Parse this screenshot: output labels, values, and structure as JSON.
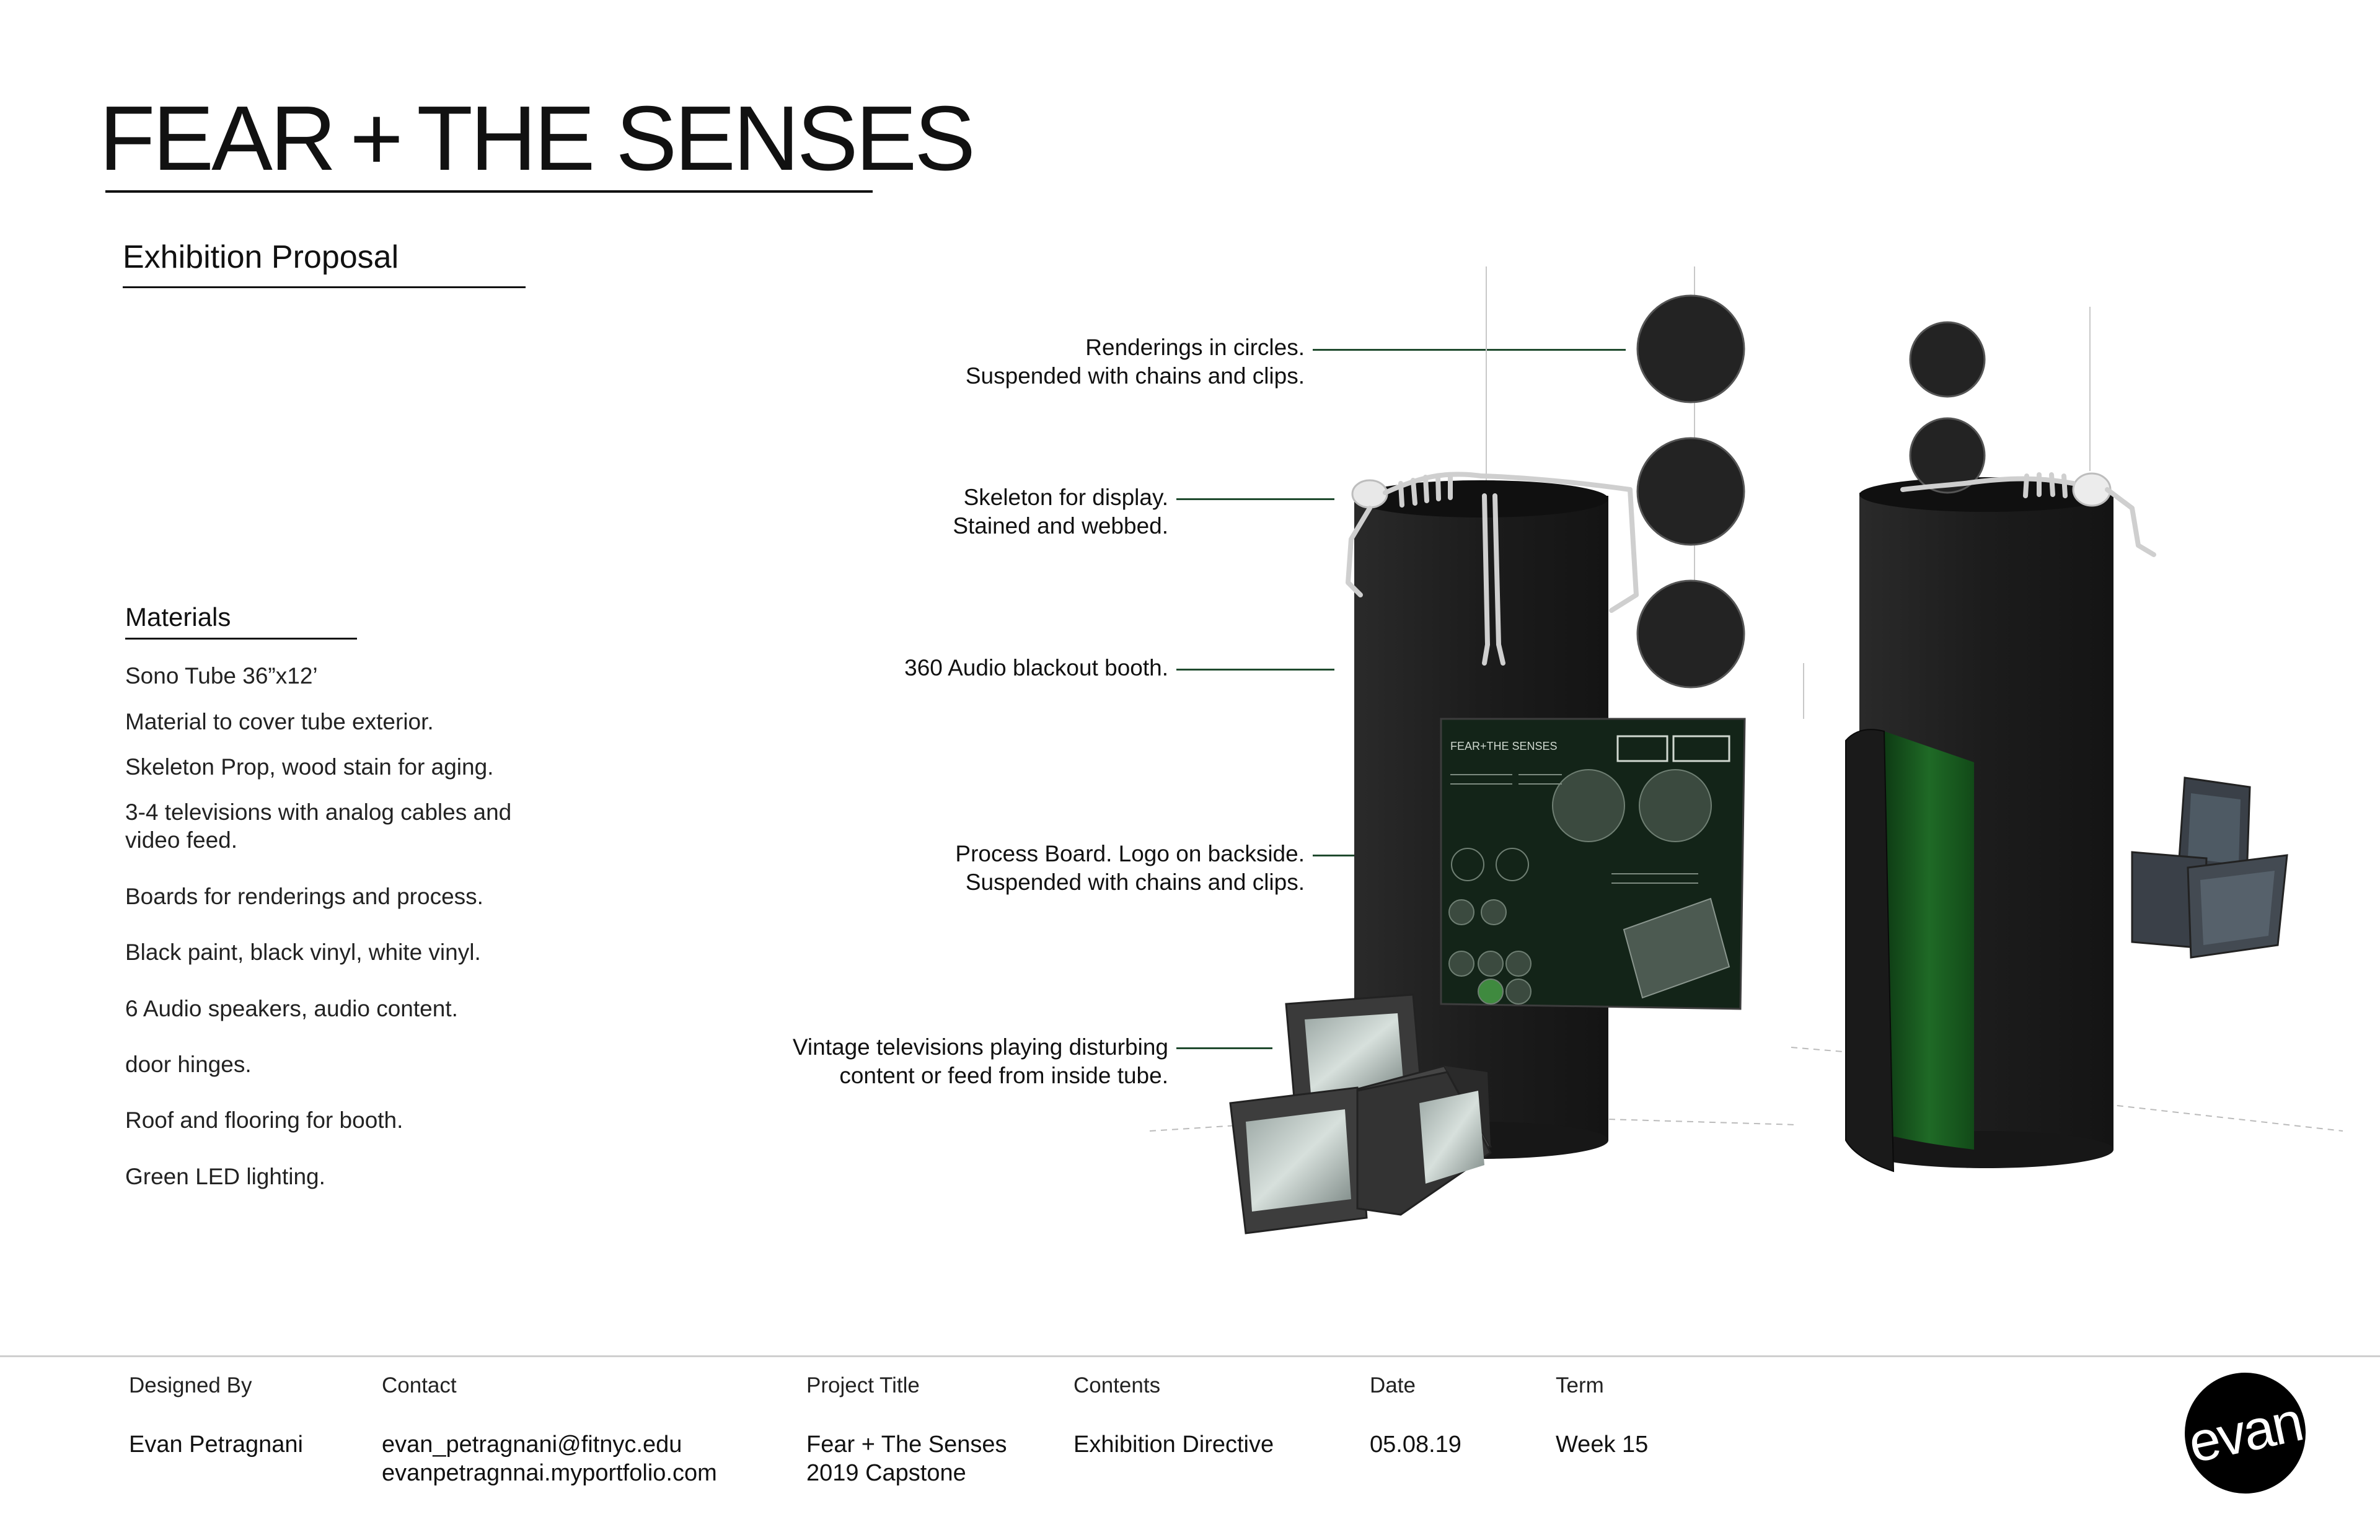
{
  "header": {
    "title": "FEAR + THE SENSES",
    "subtitle": "Exhibition Proposal"
  },
  "materials": {
    "heading": "Materials",
    "items": [
      "Sono Tube 36”x12’",
      "Material to cover tube exterior.",
      "Skeleton Prop, wood stain for aging.",
      "3-4 televisions with analog cables and video feed.",
      "Boards for renderings and process.",
      "Black paint, black vinyl, white vinyl.",
      "6 Audio speakers, audio content.",
      "door hinges.",
      "Roof and flooring for booth.",
      "Green LED lighting."
    ]
  },
  "callouts": [
    {
      "line1": "Renderings in circles.",
      "line2": "Suspended with chains and clips."
    },
    {
      "line1": "Skeleton for display.",
      "line2": "Stained and webbed."
    },
    {
      "line1": "360 Audio blackout booth.",
      "line2": ""
    },
    {
      "line1": "Process Board. Logo on backside.",
      "line2": "Suspended with chains and clips."
    },
    {
      "line1": "Vintage televisions playing disturbing",
      "line2": "content or feed from inside tube."
    }
  ],
  "footer": {
    "designed_by": {
      "label": "Designed By",
      "value": "Evan Petragnani"
    },
    "contact": {
      "label": "Contact",
      "email": "evan_petragnani@fitnyc.edu",
      "site": "evanpetragnnai.myportfolio.com"
    },
    "project_title": {
      "label": "Project Title",
      "line1": "Fear + The Senses",
      "line2": "2019 Capstone"
    },
    "contents": {
      "label": "Contents",
      "value": "Exhibition Directive"
    },
    "date": {
      "label": "Date",
      "value": "05.08.19"
    },
    "term": {
      "label": "Term",
      "value": "Week 15"
    },
    "logo": "evan"
  },
  "board": {
    "title": "FEAR+THE SENSES"
  },
  "colors": {
    "tube": "#1e1e1e",
    "leader": "#1f4a2e",
    "green_glow": "#1d5a25",
    "board_bg": "#132418"
  }
}
